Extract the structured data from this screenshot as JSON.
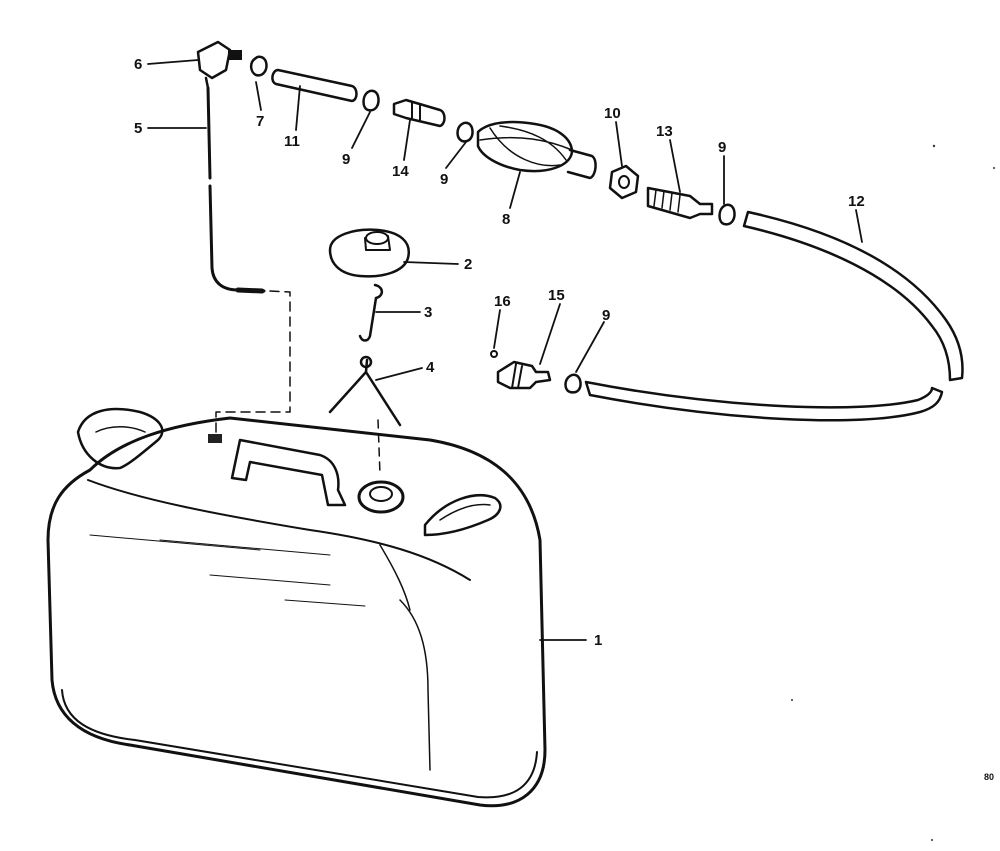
{
  "callouts": [
    {
      "number": "1",
      "part": "fuel-tank"
    },
    {
      "number": "2",
      "part": "filler-cap"
    },
    {
      "number": "3",
      "part": "cap-hook"
    },
    {
      "number": "4",
      "part": "cap-spring"
    },
    {
      "number": "5",
      "part": "pickup-tube"
    },
    {
      "number": "6",
      "part": "elbow-fitting"
    },
    {
      "number": "7",
      "part": "hose-clamp"
    },
    {
      "number": "11",
      "part": "short-hose"
    },
    {
      "number": "9",
      "part": "hose-clamp"
    },
    {
      "number": "14",
      "part": "connector"
    },
    {
      "number": "9",
      "part": "hose-clamp"
    },
    {
      "number": "8",
      "part": "primer-bulb"
    },
    {
      "number": "10",
      "part": "nut"
    },
    {
      "number": "13",
      "part": "fuel-connector"
    },
    {
      "number": "9",
      "part": "hose-clamp"
    },
    {
      "number": "12",
      "part": "fuel-hose"
    },
    {
      "number": "16",
      "part": "o-ring"
    },
    {
      "number": "15",
      "part": "tank-connector"
    },
    {
      "number": "9",
      "part": "hose-clamp"
    }
  ],
  "reference_code": "80"
}
